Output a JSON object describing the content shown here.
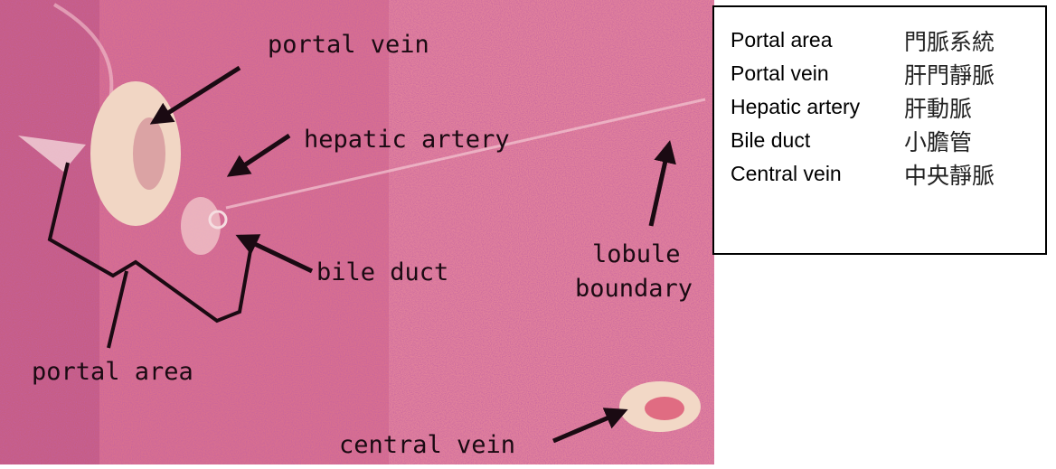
{
  "micrograph": {
    "labels": {
      "portal_vein": "portal vein",
      "hepatic_artery": "hepatic artery",
      "bile_duct": "bile duct",
      "lobule_boundary_line1": "lobule",
      "lobule_boundary_line2": "boundary",
      "portal_area": "portal area",
      "central_vein": "central vein"
    },
    "colors": {
      "tissue_base": "#d9708f",
      "tissue_light": "#ee9aae",
      "tissue_dark": "#a83c6b",
      "vein_lumen": "#f1d6c4",
      "annotation": "#1a0a12"
    }
  },
  "legend": {
    "rows": [
      {
        "en": "Portal area",
        "zh": "門脈系統"
      },
      {
        "en": "Portal vein",
        "zh": "肝門靜脈"
      },
      {
        "en": "Hepatic artery",
        "zh": "肝動脈"
      },
      {
        "en": "Bile duct",
        "zh": "小膽管"
      },
      {
        "en": "Central vein",
        "zh": "中央靜脈"
      }
    ]
  }
}
